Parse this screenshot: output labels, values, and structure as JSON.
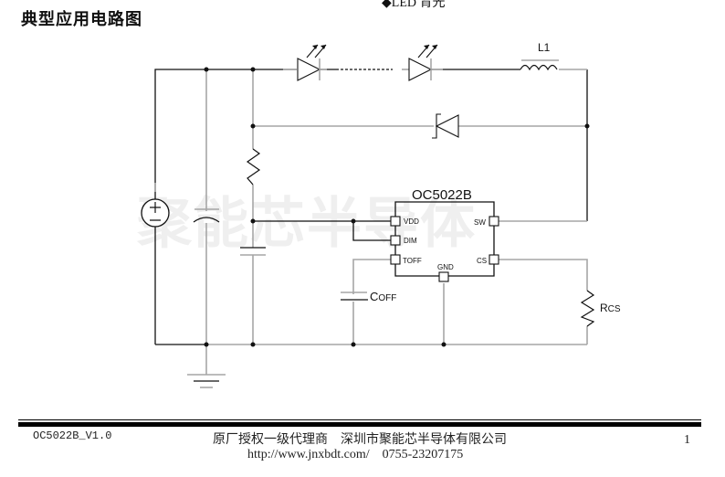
{
  "document": {
    "section_title": "典型应用电路图",
    "header_fragment": "◆LED 背光",
    "watermark": "聚能芯半导体"
  },
  "schematic": {
    "ic_name": "OC5022B",
    "pins": {
      "vdd": "VDD",
      "dim": "DIM",
      "toff": "TOFF",
      "gnd": "GND",
      "sw": "SW",
      "cs": "CS"
    },
    "components": {
      "inductor": "L1",
      "coff_prefix": "C",
      "coff_suffix": "OFF",
      "rcs_prefix": "R",
      "rcs_suffix": "CS"
    },
    "symbols": [
      "dc-voltage-source",
      "capacitor-input",
      "resistor-bias",
      "capacitor-vdd",
      "led-1",
      "led-2",
      "inductor-l1",
      "schottky-diode",
      "capacitor-coff",
      "resistor-rcs",
      "ground"
    ]
  },
  "footer": {
    "version": "OC5022B_V1.0",
    "company_line": "原厂授权一级代理商    深圳市聚能芯半导体有限公司",
    "contact_line": "http://www.jnxbdt.com/    0755-23207175",
    "page_number": "1"
  },
  "colors": {
    "wire_black": "#111111",
    "wire_gray": "#a6a6a6",
    "watermark": "#efefef"
  }
}
